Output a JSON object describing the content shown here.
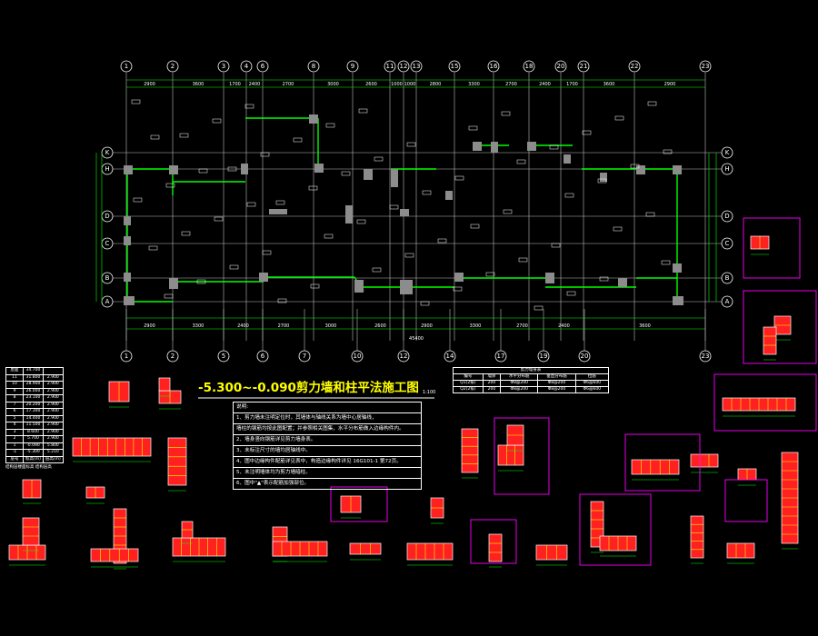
{
  "drawing": {
    "title": "-5.300~-0.090剪力墙和柱平法施工图",
    "scale": "1:100",
    "colors": {
      "background": "#000000",
      "grid": "#c0c0c0",
      "dimension": "#00ff00",
      "wall": "#808080",
      "rebar": "#ff0000",
      "frame": "#ff00ff",
      "title": "#ffff00"
    },
    "grid_top": [
      "1",
      "2",
      "3",
      "4",
      "6",
      "8",
      "9",
      "11",
      "12",
      "13",
      "15",
      "16",
      "18",
      "20",
      "21",
      "22",
      "23"
    ],
    "grid_bottom": [
      "1",
      "2",
      "5",
      "6",
      "7",
      "10",
      "12",
      "14",
      "17",
      "19",
      "20",
      "23"
    ],
    "grid_rows": [
      "K",
      "H",
      "D",
      "C",
      "B",
      "A"
    ],
    "top_dims": [
      "2900",
      "3600",
      "1700",
      "2400",
      "2700",
      "3000",
      "2600",
      "1000",
      "1000",
      "2800",
      "3300",
      "2700",
      "2400",
      "1700",
      "3600",
      "2900"
    ],
    "bottom_dims": [
      "2900",
      "3300",
      "2400",
      "2700",
      "3000",
      "2600",
      "2900",
      "3300",
      "2700",
      "2400",
      "3600"
    ],
    "overall_dim": "45400"
  },
  "notes": {
    "heading": "说明:",
    "items": [
      "1、剪力墙未注明定位时，其墙体与轴线关系为墙中心居轴线，",
      "   墙柱的钢筋均按此图配置；并参照相关图集，水平分布筋做入边缘构件内。",
      "2、墙身竖向钢筋详见剪力墙身表。",
      "3、未标注尺寸的墙均居轴线中。",
      "4、图中边缘构件配筋详见表中，构造边缘构件详见 16G101-1 第72页。",
      "5、未注明墙体均为剪力墙暗柱。",
      "6、图中\"▲\"表示配筋加强部位。"
    ]
  },
  "level_table": {
    "rows": [
      [
        "屋面",
        "34.700",
        ""
      ],
      [
        "11",
        "31.800",
        "2.900"
      ],
      [
        "10",
        "28.900",
        "2.900"
      ],
      [
        "9",
        "26.000",
        "2.900"
      ],
      [
        "8",
        "23.100",
        "2.900"
      ],
      [
        "7",
        "20.200",
        "2.900"
      ],
      [
        "6",
        "17.300",
        "2.900"
      ],
      [
        "5",
        "14.400",
        "2.900"
      ],
      [
        "4",
        "11.500",
        "2.900"
      ],
      [
        "3",
        "8.600",
        "2.900"
      ],
      [
        "2",
        "5.700",
        "2.900"
      ],
      [
        "1",
        "-0.090",
        "5.800"
      ],
      [
        "-1",
        "-5.300",
        "5.210"
      ],
      [
        "层号",
        "标高(m)",
        "层高(m)"
      ]
    ],
    "caption": "结构层楼面标高 结构层高"
  },
  "wall_table": {
    "title": "剪力墙身表",
    "header": [
      "编号",
      "墙厚",
      "水平分布筋",
      "垂直分布筋",
      "拉筋"
    ],
    "rows": [
      [
        "Q1(2排)",
        "200",
        "Φ8@200",
        "Φ8@200",
        "Φ6@600"
      ],
      [
        "Q2(2排)",
        "200",
        "Φ8@200",
        "Φ8@200",
        "Φ6@600"
      ]
    ]
  }
}
